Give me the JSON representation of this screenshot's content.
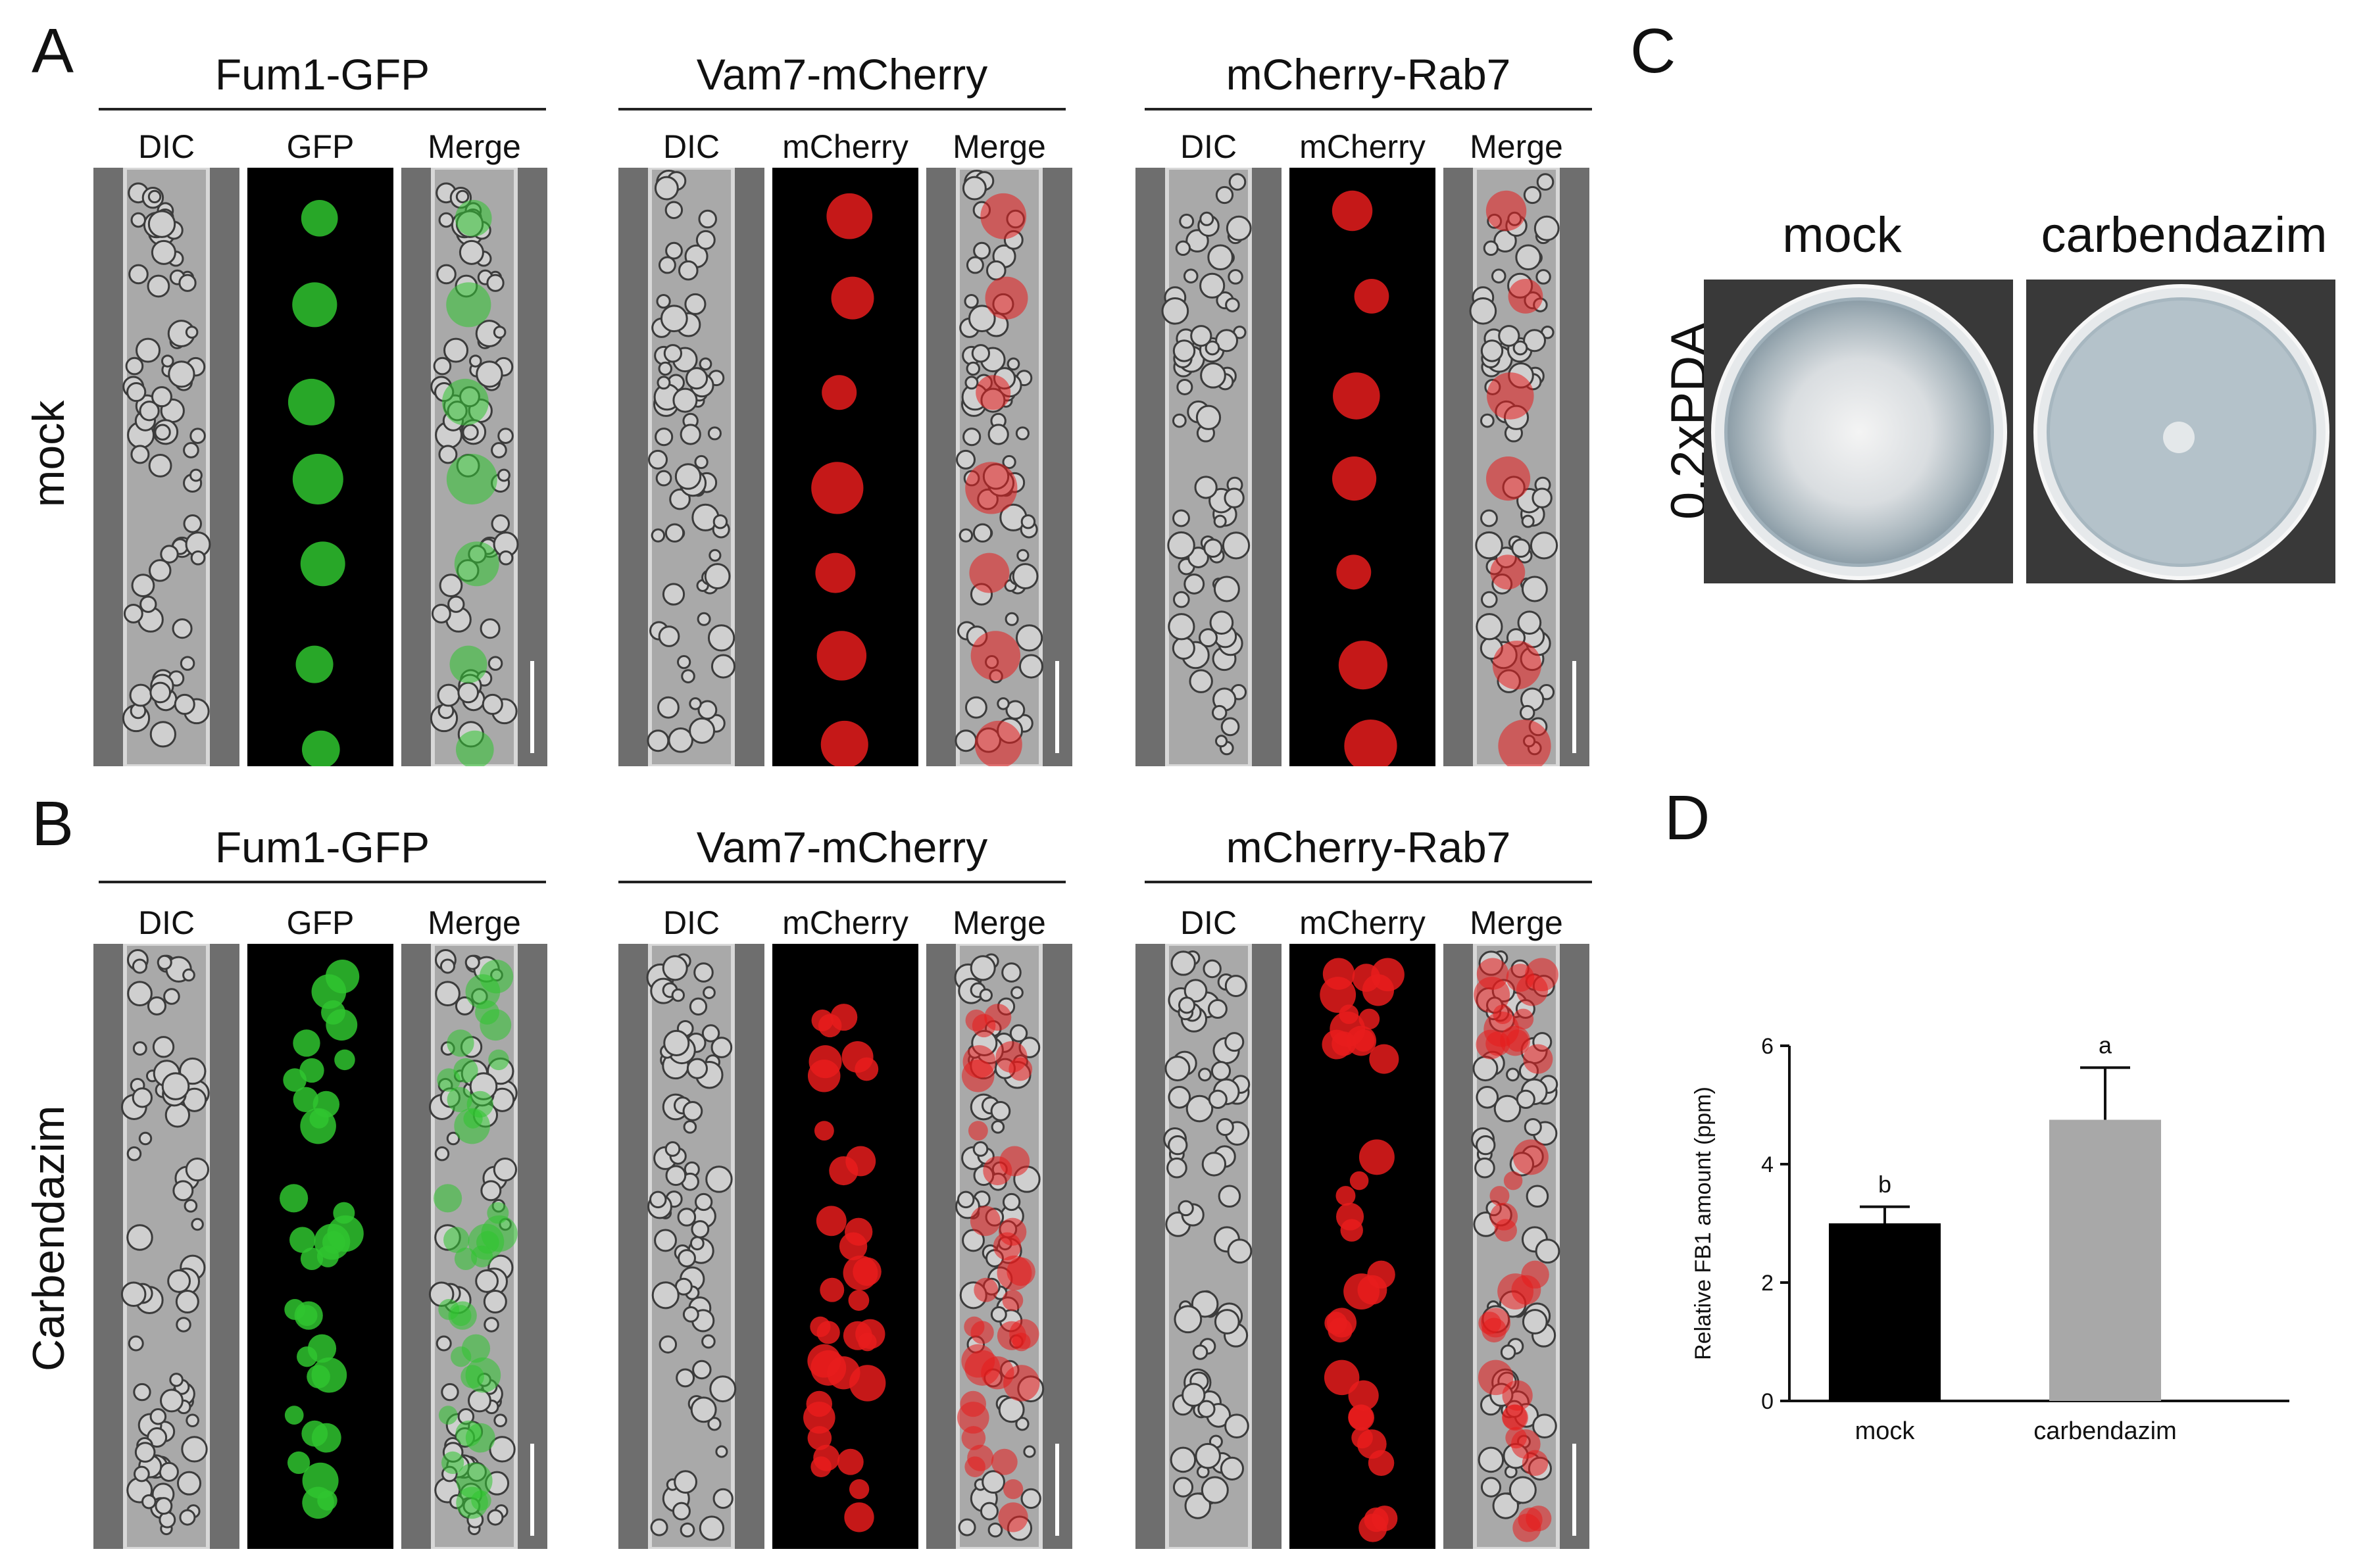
{
  "panels": {
    "A": "A",
    "B": "B",
    "C": "C",
    "D": "D"
  },
  "rows": {
    "mock": "mock",
    "carbendazim": "Carbendazim"
  },
  "groups": [
    {
      "title": "Fum1-GFP",
      "channels": [
        "DIC",
        "GFP",
        "Merge"
      ],
      "color": "#2fc42f"
    },
    {
      "title": "Vam7-mCherry",
      "channels": [
        "DIC",
        "mCherry",
        "Merge"
      ],
      "color": "#e81c1c"
    },
    {
      "title": "mCherry-Rab7",
      "channels": [
        "DIC",
        "mCherry",
        "Merge"
      ],
      "color": "#e81c1c"
    }
  ],
  "groups_b": [
    {
      "title": "Fum1-GFP",
      "channels": [
        "DIC",
        "GFP",
        "Merge"
      ]
    },
    {
      "title": "Vam7-mCherry",
      "channels": [
        "DIC",
        "mCherry",
        "Merge"
      ]
    },
    {
      "title": "mCherry-Rab7",
      "channels": [
        "DIC",
        "mCherry",
        "Merge"
      ]
    }
  ],
  "panel_c": {
    "row_label": "0.2xPDA",
    "col_mock": "mock",
    "col_carbendazim": "carbendazim"
  },
  "chart_data": {
    "type": "bar",
    "categories": [
      "mock",
      "carbendazim"
    ],
    "values": [
      3.0,
      4.75
    ],
    "errors": [
      0.28,
      0.88
    ],
    "significance": [
      "b",
      "a"
    ],
    "colors": [
      "#000000",
      "#a8a8a8"
    ],
    "ylabel": "Relative FB1 amount (ppm)",
    "yticks": [
      0,
      2,
      4,
      6
    ],
    "ylim": [
      0,
      6
    ]
  }
}
